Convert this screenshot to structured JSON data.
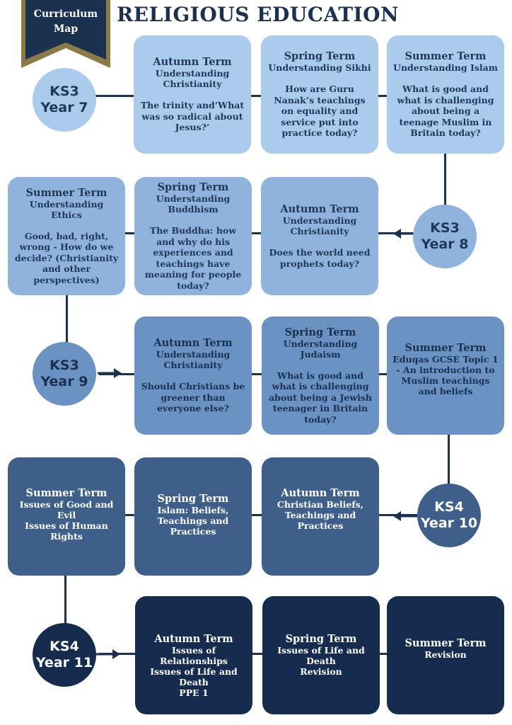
{
  "header": {
    "banner_line1": "Curriculum",
    "banner_line2": "Map",
    "title": "RELIGIOUS EDUCATION"
  },
  "rows": [
    {
      "stage": {
        "ks": "KS3",
        "year": "Year 7"
      },
      "terms": [
        {
          "term": "Autumn Term",
          "subject": [
            "Understanding",
            "Christianity"
          ],
          "detail": "The trinity and’What was so radical about Jesus?’"
        },
        {
          "term": "Spring Term",
          "subject": [
            "Understanding Sikhi"
          ],
          "detail": "How are Guru Nanak’s teachings on equality and service put into practice today?"
        },
        {
          "term": "Summer Term",
          "subject": [
            "Understanding Islam"
          ],
          "detail": "What is good and what is challenging about being a teenage Muslim in Britain today?"
        }
      ]
    },
    {
      "stage": {
        "ks": "KS3",
        "year": "Year 8"
      },
      "terms": [
        {
          "term": "Summer Term",
          "subject": [
            "Understanding Ethics"
          ],
          "detail": "Good, bad, right, wrong - How do we decide? (Christianity and other perspectives)"
        },
        {
          "term": "Spring Term",
          "subject": [
            "Understanding",
            "Buddhism"
          ],
          "detail": "The Buddha: how and why do his experiences and teachings have meaning for people today?"
        },
        {
          "term": "Autumn Term",
          "subject": [
            "Understanding",
            "Christianity"
          ],
          "detail": "Does the world need prophets today?"
        }
      ]
    },
    {
      "stage": {
        "ks": "KS3",
        "year": "Year 9"
      },
      "terms": [
        {
          "term": "Autumn Term",
          "subject": [
            "Understanding",
            "Christianity"
          ],
          "detail": "Should Christians be greener than everyone else?"
        },
        {
          "term": "Spring Term",
          "subject": [
            "Understanding",
            "Judaism"
          ],
          "detail": "What is good and what is challenging about being a Jewish teenager in Britain today?"
        },
        {
          "term": "Summer Term",
          "subject": [
            "Eduqas GCSE Topic 1 - An introduction to Muslim teachings and beliefs"
          ],
          "detail": ""
        }
      ]
    },
    {
      "stage": {
        "ks": "KS4",
        "year": "Year 10"
      },
      "terms": [
        {
          "term": "Summer Term",
          "subject": [
            "Issues of Good and Evil",
            "Issues of Human Rights"
          ],
          "detail": ""
        },
        {
          "term": "Spring Term",
          "subject": [
            "Islam: Beliefs, Teachings and Practices"
          ],
          "detail": ""
        },
        {
          "term": "Autumn Term",
          "subject": [
            "Christian Beliefs, Teachings and Practices"
          ],
          "detail": ""
        }
      ]
    },
    {
      "stage": {
        "ks": "KS4",
        "year": "Year 11"
      },
      "terms": [
        {
          "term": "Autumn Term",
          "subject": [
            "Issues of Relationships",
            "Issues of Life and Death",
            "PPE 1"
          ],
          "detail": ""
        },
        {
          "term": "Spring Term",
          "subject": [
            "Issues of Life and Death",
            "Revision"
          ],
          "detail": ""
        },
        {
          "term": "Summer Term",
          "subject": [
            "Revision"
          ],
          "detail": ""
        }
      ]
    }
  ],
  "colors": {
    "navy": "#1a3150",
    "gold": "#8a7a45",
    "row1": "#aacbec",
    "row2": "#8fb3dc",
    "row3": "#6a92c2",
    "row4": "#3d5f89",
    "row5": "#152c4e"
  }
}
